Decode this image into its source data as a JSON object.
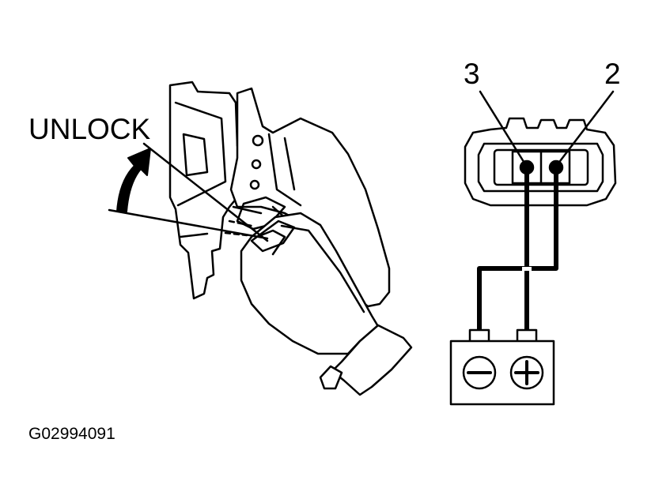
{
  "labels": {
    "unlock": "UNLOCK",
    "terminal_left": "3",
    "terminal_right": "2",
    "figure_code": "G02994091"
  },
  "battery": {
    "negative_symbol": "minus",
    "positive_symbol": "plus"
  },
  "colors": {
    "line": "#000000",
    "background": "#ffffff"
  }
}
